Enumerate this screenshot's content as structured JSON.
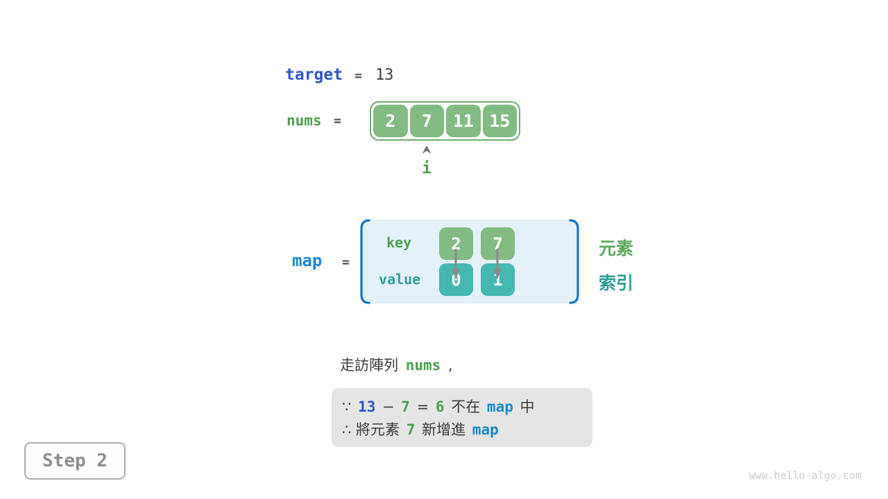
{
  "palette": {
    "cell_green": "#82BC82",
    "cell_teal": "#43B9B0",
    "array_border_green": "#6DAE6D",
    "code_green": "#4E9E50",
    "code_blue": "#3355CB",
    "code_cyan": "#1788D4",
    "label_green": "#5CA85C",
    "label_teal": "#2F9D95",
    "bracket_blue": "#1375C8",
    "map_box_bg": "#E4F1F9",
    "note_box_bg": "#E5E5E5",
    "text_dark": "#3B3B3B",
    "step_gray": "#8E8E8E",
    "arrow_gray": "#8B8B8B",
    "watermark_gray": "#CBCBCB"
  },
  "target_line": {
    "label": "target",
    "equals": "=",
    "value": "13"
  },
  "nums_line": {
    "label": "nums",
    "equals": "=",
    "cells": [
      "2",
      "7",
      "11",
      "15"
    ],
    "pointer_label": "i"
  },
  "map_line": {
    "label": "map",
    "equals": "=",
    "key_label": "key",
    "value_label": "value",
    "entries": [
      {
        "key": "2",
        "value": "0"
      },
      {
        "key": "7",
        "value": "1"
      }
    ],
    "element_label": "元素",
    "index_label": "索引"
  },
  "caption": {
    "prefix": "走訪陣列",
    "code": "nums",
    "suffix": ","
  },
  "note_box": {
    "line1": [
      {
        "text": "∵ "
      },
      {
        "text": "13"
      },
      {
        "text": " − "
      },
      {
        "text": "7"
      },
      {
        "text": " = "
      },
      {
        "text": "6"
      },
      {
        "text": " 不在 "
      },
      {
        "text": "map"
      },
      {
        "text": " 中"
      }
    ],
    "line2": [
      {
        "text": "∴ 將元素 "
      },
      {
        "text": "7"
      },
      {
        "text": " 新增進 "
      },
      {
        "text": "map"
      }
    ]
  },
  "step_label": "Step 2",
  "watermark": "www.hello-algo.com"
}
